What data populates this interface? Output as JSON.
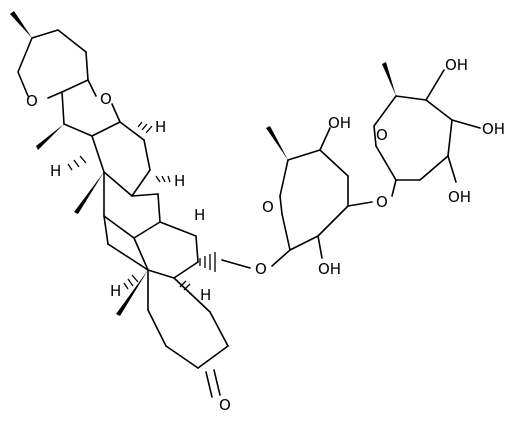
{
  "structure": {
    "atom_labels": {
      "ring_o_thp": "O",
      "ring_o_thf": "O",
      "ring_o_sugar1": "O",
      "ring_o_sugar2": "O",
      "glyco_o_c6": "O",
      "glyco_o_link": "O",
      "ketone_o": "O",
      "oh_s1_top": "OH",
      "oh_s1_bottom": "OH",
      "oh_s2_c4": "OH",
      "oh_s2_c3": "OH",
      "oh_s2_c2": "OH"
    },
    "h_labels": {
      "h_c16": "H",
      "h_c17": "H",
      "h_c14": "H",
      "h_c8": "H",
      "h_c9": "H",
      "h_c5": "H"
    },
    "colors": {
      "ink": "#000000",
      "background": "#ffffff"
    }
  }
}
